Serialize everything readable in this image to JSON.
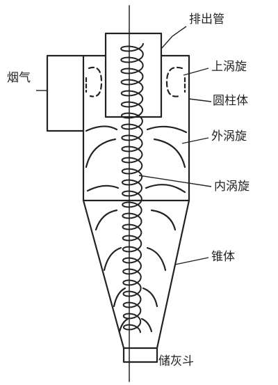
{
  "diagram": {
    "labels": {
      "exhaust_pipe": "排出管",
      "flue_gas": "烟气",
      "upper_vortex": "上涡旋",
      "cylinder": "圆柱体",
      "outer_vortex": "外涡旋",
      "inner_vortex": "内涡旋",
      "cone": "锥体",
      "ash_hopper": "储灰斗"
    },
    "colors": {
      "line": "#222222",
      "text": "#222222"
    }
  }
}
